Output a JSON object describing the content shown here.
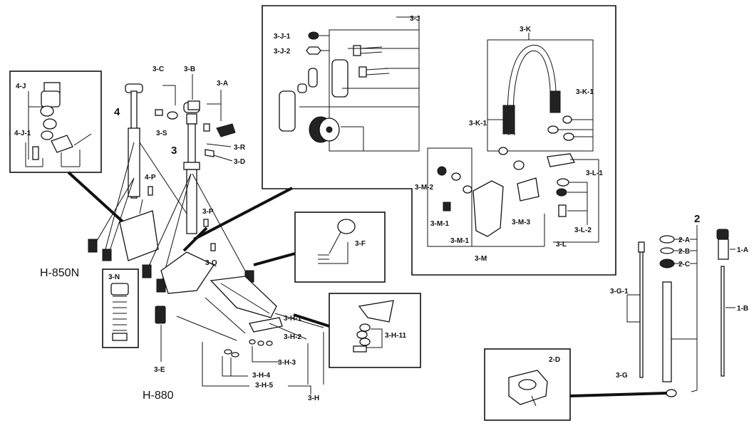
{
  "models": {
    "hihat": "H-850N",
    "pedal": "H-880"
  },
  "group_numbers": {
    "n4": "4",
    "n3": "3",
    "n2": "2"
  },
  "labels": {
    "3J": "3-J",
    "3J1": "3-J-1",
    "3J2": "3-J-2",
    "3K": "3-K",
    "3K1a": "3-K-1",
    "3K1b": "3-K-1",
    "3L1": "3-L-1",
    "3L2": "3-L-2",
    "3L": "3-L",
    "3M2": "3-M-2",
    "3M1": "3-M-1",
    "3M1b": "3-M-1",
    "3M3": "3-M-3",
    "3M": "3-M",
    "3C": "3-C",
    "3B": "3-B",
    "3A": "3-A",
    "3S": "3-S",
    "3R": "3-R",
    "3D": "3-D",
    "4J": "4-J",
    "4J1": "4-J-1",
    "4P": "4-P",
    "3P": "3-P",
    "3Q": "3-Q",
    "3N": "3-N",
    "3E": "3-E",
    "3F": "3-F",
    "3H1": "3-H-1",
    "3H2": "3-H-2",
    "3H3": "3-H-3",
    "3H4": "3-H-4",
    "3H5": "3-H-5",
    "3H": "3-H",
    "3H11": "3-H-11",
    "2A": "2-A",
    "2B": "2-B",
    "2C": "2-C",
    "2D": "2-D",
    "1A": "1-A",
    "1B": "1-B",
    "3G1": "3-G-1",
    "3G": "3-G"
  },
  "colors": {
    "ink": "#111111",
    "paper": "#ffffff"
  }
}
